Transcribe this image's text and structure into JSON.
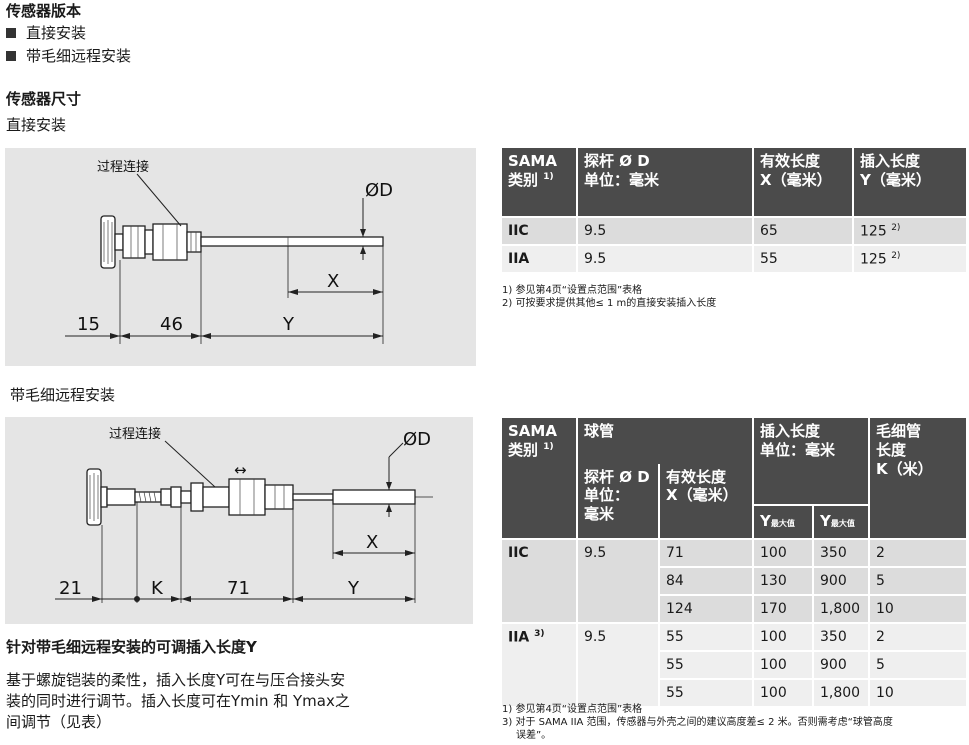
{
  "versions": {
    "title": "传感器版本",
    "items": [
      "直接安装",
      "带毛细远程安装"
    ]
  },
  "dimensions": {
    "title": "传感器尺寸",
    "direct_label": "直接安装",
    "remote_label": "带毛细远程安装"
  },
  "drawing_direct": {
    "process_connection": "过程连接",
    "diameter": "ØD",
    "dim_15": "15",
    "dim_46": "46",
    "dim_y": "Y",
    "dim_x": "X"
  },
  "drawing_remote": {
    "process_connection": "过程连接",
    "diameter": "ØD",
    "arrow": "↔",
    "dim_21": "21",
    "dim_k": "K",
    "dim_71": "71",
    "dim_y": "Y",
    "dim_x": "X"
  },
  "table1": {
    "h_sama": "SAMA",
    "h_sama2": "类别",
    "h_sama_sup": "1)",
    "h_rod": "探杆 Ø D",
    "h_rod2": "单位：毫米",
    "h_eff": "有效长度",
    "h_eff2": "X（毫米）",
    "h_ins": "插入长度",
    "h_ins2": "Y（毫米）",
    "rows": [
      {
        "cls": "IIC",
        "rod": "9.5",
        "eff": "65",
        "ins": "125",
        "sup": "2)"
      },
      {
        "cls": "IIA",
        "rod": "9.5",
        "eff": "55",
        "ins": "125",
        "sup": "2)"
      }
    ],
    "notes": [
      "1) 参见第4页“设置点范围”表格",
      "2) 可按要求提供其他≤ 1 m的直接安装插入长度"
    ]
  },
  "table2": {
    "h_sama": "SAMA",
    "h_sama2": "类别",
    "h_sama_sup": "1)",
    "h_bulb": "球管",
    "h_rod": "探杆 Ø D",
    "h_rod2": "单位：",
    "h_rod3": "毫米",
    "h_eff": "有效长度",
    "h_eff2": "X（毫米）",
    "h_ins": "插入长度",
    "h_ins2": "单位：毫米",
    "h_ymax": "Y",
    "h_ymax_sub": "最大值",
    "h_ymax2": "Y",
    "h_ymax2_sub": "最大值",
    "h_cap": "毛细管",
    "h_cap2": "长度",
    "h_cap3": "K（米）",
    "group_iic": {
      "cls": "IIC",
      "rod": "9.5",
      "rows": [
        {
          "eff": "71",
          "y1": "100",
          "y2": "350",
          "k": "2"
        },
        {
          "eff": "84",
          "y1": "130",
          "y2": "900",
          "k": "5"
        },
        {
          "eff": "124",
          "y1": "170",
          "y2": "1,800",
          "k": "10"
        }
      ]
    },
    "group_iia": {
      "cls": "IIA",
      "sup": "3)",
      "rod": "9.5",
      "rows": [
        {
          "eff": "55",
          "y1": "100",
          "y2": "350",
          "k": "2"
        },
        {
          "eff": "55",
          "y1": "100",
          "y2": "900",
          "k": "5"
        },
        {
          "eff": "55",
          "y1": "100",
          "y2": "1,800",
          "k": "10"
        }
      ]
    },
    "notes": [
      "1) 参见第4页“设置点范围”表格",
      "3) 对于 SAMA IIA 范围，传感器与外壳之间的建议高度差≤ 2 米。否则需考虑“球管高度",
      "误差”。"
    ]
  },
  "adjustable": {
    "title": "针对带毛细远程安装的可调插入长度Y",
    "lines": [
      "基于螺旋铠装的柔性，插入长度Y可在与压合接头安",
      "装的同时进行调节。插入长度可在Ymin 和 Ymax之",
      "间调节（见表）"
    ]
  }
}
